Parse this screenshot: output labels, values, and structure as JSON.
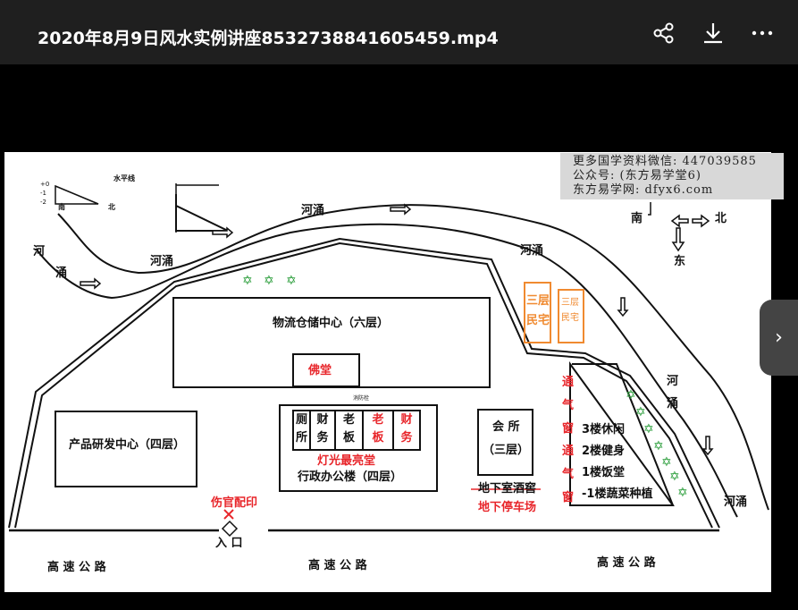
{
  "header": {
    "title": "2020年8月9日风水实例讲座8532738841605459.mp4",
    "share_icon": "share-icon",
    "download_icon": "download-icon",
    "more_icon": "more-icon"
  },
  "watermark": {
    "line1": "更多国学资料微信: 447039585",
    "line2": "公众号: (东方易学堂6)",
    "line3": "东方易学网: dfyx6.com"
  },
  "legend": {
    "p0": "+0",
    "m1": "-1",
    "m2": "-2",
    "horizon": "水平线",
    "south": "南",
    "north": "北"
  },
  "compass": {
    "south": "南",
    "north": "北",
    "east": "东"
  },
  "river": {
    "label": "河涌",
    "he": "河",
    "yong": "涌"
  },
  "buildings": {
    "logistics": "物流仓储中心（六层）",
    "buddha": "佛堂",
    "rnd": "产品研发中心（四层）",
    "admin": "行政办公楼（四层）",
    "brightest": "灯光最亮堂",
    "hydrant": "消防栓",
    "rooms": [
      {
        "a": "厕",
        "b": "所"
      },
      {
        "a": "财",
        "b": "务"
      },
      {
        "a": "老",
        "b": "板"
      },
      {
        "a": "老",
        "b": "板"
      },
      {
        "a": "财",
        "b": "务"
      }
    ],
    "club_a": "会 所",
    "club_b": "（三层）",
    "cellar": "地下室酒窖",
    "parking": "地下停车场",
    "house1_a": "三层",
    "house1_b": "民宅",
    "house2_a": "三层",
    "house2_b": "民宅",
    "vent": [
      "通",
      "气",
      "窗",
      "通",
      "气",
      "窗"
    ],
    "floors": [
      "3楼休闲",
      "2楼健身",
      "1楼饭堂",
      "-1楼蔬菜种植"
    ]
  },
  "entrance": {
    "bad": "伤官配印",
    "label": "入 口"
  },
  "road": "高 速 公 路"
}
